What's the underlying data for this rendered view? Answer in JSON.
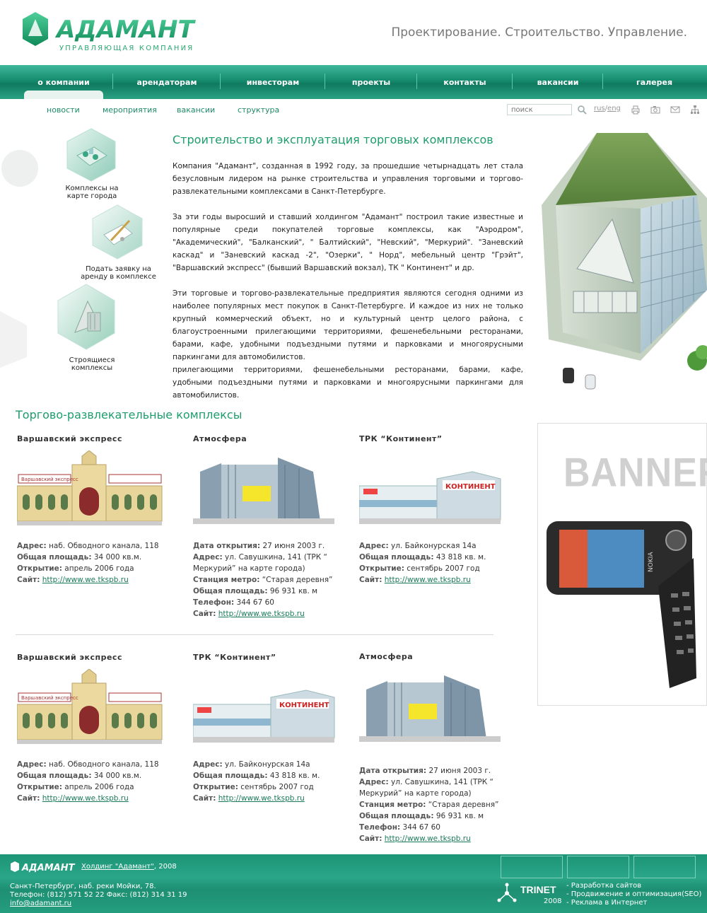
{
  "header": {
    "logo_text": "АДАМАНТ",
    "logo_subtext": "УПРАВЛЯЮЩАЯ КОМПАНИЯ",
    "tagline": "Проектирование. Строительство. Управление."
  },
  "main_nav": [
    "о компании",
    "арендаторам",
    "инвесторам",
    "проекты",
    "контакты",
    "вакансии",
    "галерея"
  ],
  "sub_nav": [
    "новости",
    "мероприятия",
    "вакансии",
    "структура"
  ],
  "search": {
    "placeholder": "поиск"
  },
  "lang": {
    "rus": "rus",
    "sep": "/",
    "eng": "eng"
  },
  "quick_links": {
    "map": "Комплексы на карте города",
    "apply": "Подать заявку на аренду в комплексе",
    "building": "Строящиеся комплексы"
  },
  "intro": {
    "title": "Строительство и эксплуатация торговых комплексов",
    "p1": "Компания \"Адамант\", созданная в 1992 году, за прошедшие четырнадцать лет стала безусловным лидером на рынке строительства и управления торговыми и торгово-развлекательными комплексами в Санкт-Петербурге.",
    "p2": "За эти годы выросший и ставший холдингом \"Адамант\" построил такие известные и популярные среди покупателей торговые комплексы, как \"Аэродром\", \"Академический\", \"Балканский\", \" Балтийский\", \"Невский\", \"Меркурий\". \"Заневский каскад\" и \"Заневский каскад -2\", \"Озерки\", \" Норд\", мебельный центр \"Грэйт\", \"Варшавский экспресс\" (бывший Варшавский вокзал), ТК \" Континент\" и др.",
    "p3": "Эти торговые и торгово-развлекательные предприятия являются сегодня одними из наиболее популярных мест покупок в Санкт-Петербурге. И каждое из них не только крупный коммерческий объект, но и культурный центр целого района, с благоустроенными прилегающими территориями, фешенебельными ресторанами, барами, кафе, удобными подъездными путями и парковками и многоярусными паркингами для автомобилистов.",
    "p4": "прилегающими территориями, фешенебельными ресторанами, барами, кафе, удобными подъездными путями и парковками и многоярусными паркингами для автомобилистов."
  },
  "section_title": "Торгово-развлекательные комплексы",
  "labels": {
    "address": "Адрес:",
    "area": "Общая площадь:",
    "opening": "Открытие:",
    "site": "Сайт:",
    "open_date": "Дата открытия:",
    "metro": "Станция метро:",
    "phone": "Телефон:"
  },
  "complexes": {
    "warsaw": {
      "name": "Варшавский экспресс",
      "address": "наб. Обводного канала, 118",
      "area": "34 000 кв.м.",
      "opening": "апрель 2006 года",
      "site": "http://www.we.tkspb.ru",
      "sign": "Варшавский экспресс"
    },
    "atmosfera": {
      "name": "Атмосфера",
      "open_date": "27 июня 2003 г.",
      "address": "ул. Савушкина, 141 (ТРК “ Меркурий” на карте города)",
      "metro": "“Старая деревня”",
      "area": "96 931 кв. м",
      "phone": "344 67 60",
      "site": "http://www.we.tkspb.ru"
    },
    "continent": {
      "name": "ТРК “Континент”",
      "address": "ул. Байконурская 14а",
      "area": "43 818 кв. м.",
      "opening": "сентябрь 2007 год",
      "site": "http://www.we.tkspb.ru",
      "sign": "КОНТИНЕНТ"
    }
  },
  "banner": {
    "text": "BANNER",
    "phone_brand": "NOKIA"
  },
  "footer": {
    "logo_text": "АДАМАНТ",
    "holding_link": "Холдинг \"Адамант\"",
    "holding_year": ", 2008",
    "address": "Санкт-Петербург, наб. реки Мойки, 78.",
    "phones": "Телефон: (812) 571 52 22 Факс: (812) 314 31 19",
    "email": "info@adamant.ru",
    "trinet_name": "TRINET",
    "trinet_year": "2008",
    "trinet_links": [
      "- Разработка сайтов",
      "- Продвижение и оптимизация(SEO)",
      "- Реклама в Интернет"
    ]
  },
  "colors": {
    "brand_green": "#1d9d6b",
    "nav_green": "#168c6f",
    "link": "#1a7a5a"
  }
}
